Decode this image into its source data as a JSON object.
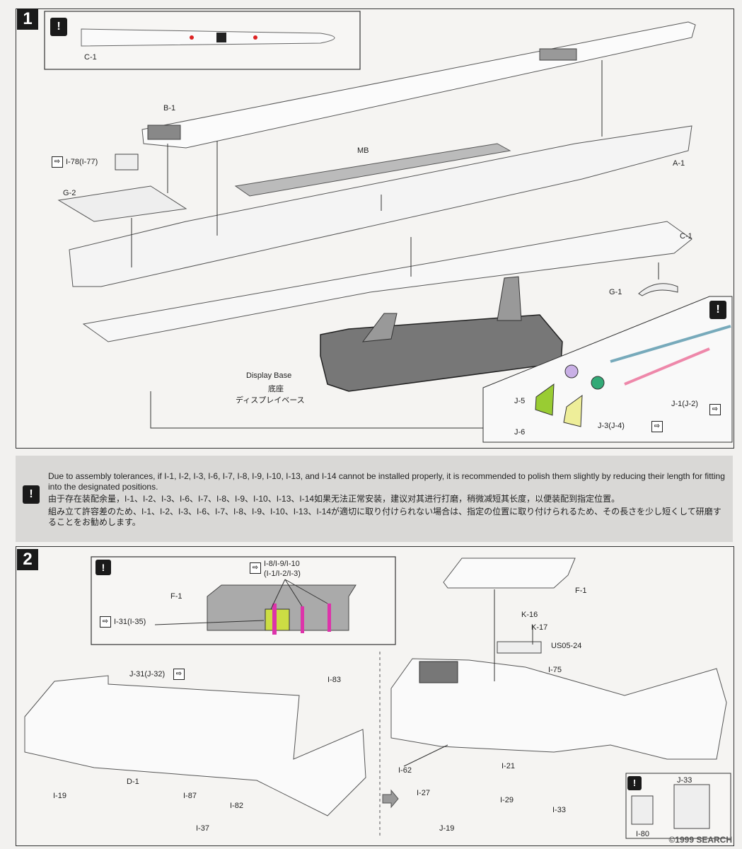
{
  "steps": [
    {
      "number": "1"
    },
    {
      "number": "2"
    }
  ],
  "step1": {
    "labels": {
      "c1_top": "C-1",
      "b1": "B-1",
      "i78": "I-78(I-77)",
      "mb": "MB",
      "a1": "A-1",
      "g2": "G-2",
      "c1_hull": "C-1",
      "g1": "G-1",
      "display_base_en": "Display Base",
      "display_base_cn": "底座",
      "display_base_jp": "ディスプレイベース",
      "j5": "J-5",
      "j6": "J-6",
      "j3": "J-3(J-4)",
      "j1": "J-1(J-2)"
    }
  },
  "note": {
    "en": "Due to assembly tolerances, if I-1, I-2, I-3, I-6, I-7, I-8, I-9, I-10, I-13, and I-14 cannot be installed properly, it is recommended to polish them slightly by reducing their length for fitting into the designated positions.",
    "cn": "由于存在装配余量，I-1、I-2、I-3、I-6、I-7、I-8、I-9、I-10、I-13、I-14如果无法正常安装，建议对其进行打磨，稍微减短其长度，以便装配到指定位置。",
    "jp": "組み立て許容差のため、I-1、I-2、I-3、I-6、I-7、I-8、I-9、I-10、I-13、I-14が適切に取り付けられない場合は、指定の位置に取り付けられるため、その長さを少し短くして研磨することをお勧めします。"
  },
  "step2": {
    "labels": {
      "i8": "I-8/I-9/I-10",
      "i1": "(I-1/I-2/I-3)",
      "f1_inset": "F-1",
      "i31": "I-31(I-35)",
      "f1": "F-1",
      "k16": "K-16",
      "k17": "K-17",
      "us05": "US05-24",
      "i75": "I-75",
      "j31": "J-31(J-32)",
      "i83": "I-83",
      "i19": "I-19",
      "d1": "D-1",
      "i87": "I-87",
      "i82": "I-82",
      "i37": "I-37",
      "i62": "I-62",
      "i27": "I-27",
      "j19": "J-19",
      "i21": "I-21",
      "i29": "I-29",
      "i33": "I-33",
      "j33": "J-33",
      "i80": "I-80"
    }
  },
  "watermark": "©1999 SEARCH"
}
